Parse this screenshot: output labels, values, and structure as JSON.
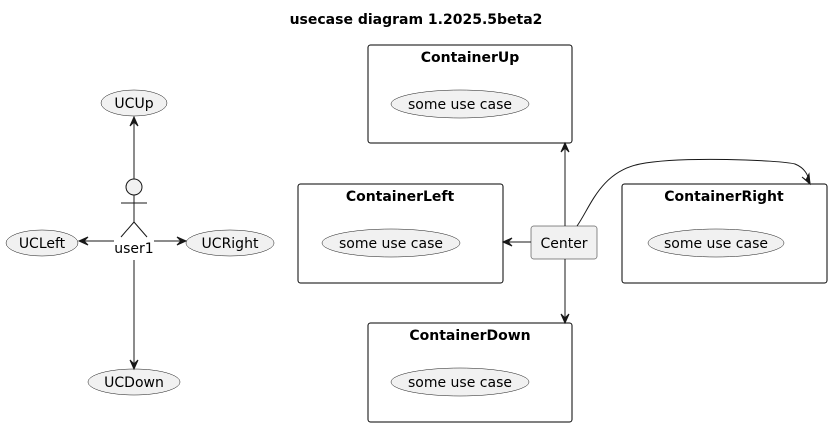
{
  "title": "usecase diagram 1.2025.5beta2",
  "actor": {
    "label": "user1"
  },
  "usecases": {
    "up": "UCUp",
    "left": "UCLeft",
    "right": "UCRight",
    "down": "UCDown"
  },
  "center": {
    "label": "Center"
  },
  "containers": {
    "up": {
      "title": "ContainerUp",
      "usecase": "some use case"
    },
    "left": {
      "title": "ContainerLeft",
      "usecase": "some use case"
    },
    "right": {
      "title": "ContainerRight",
      "usecase": "some use case"
    },
    "down": {
      "title": "ContainerDown",
      "usecase": "some use case"
    }
  },
  "colors": {
    "fill": "#F1F1F1",
    "stroke": "#181818",
    "background": "#FFFFFF"
  }
}
